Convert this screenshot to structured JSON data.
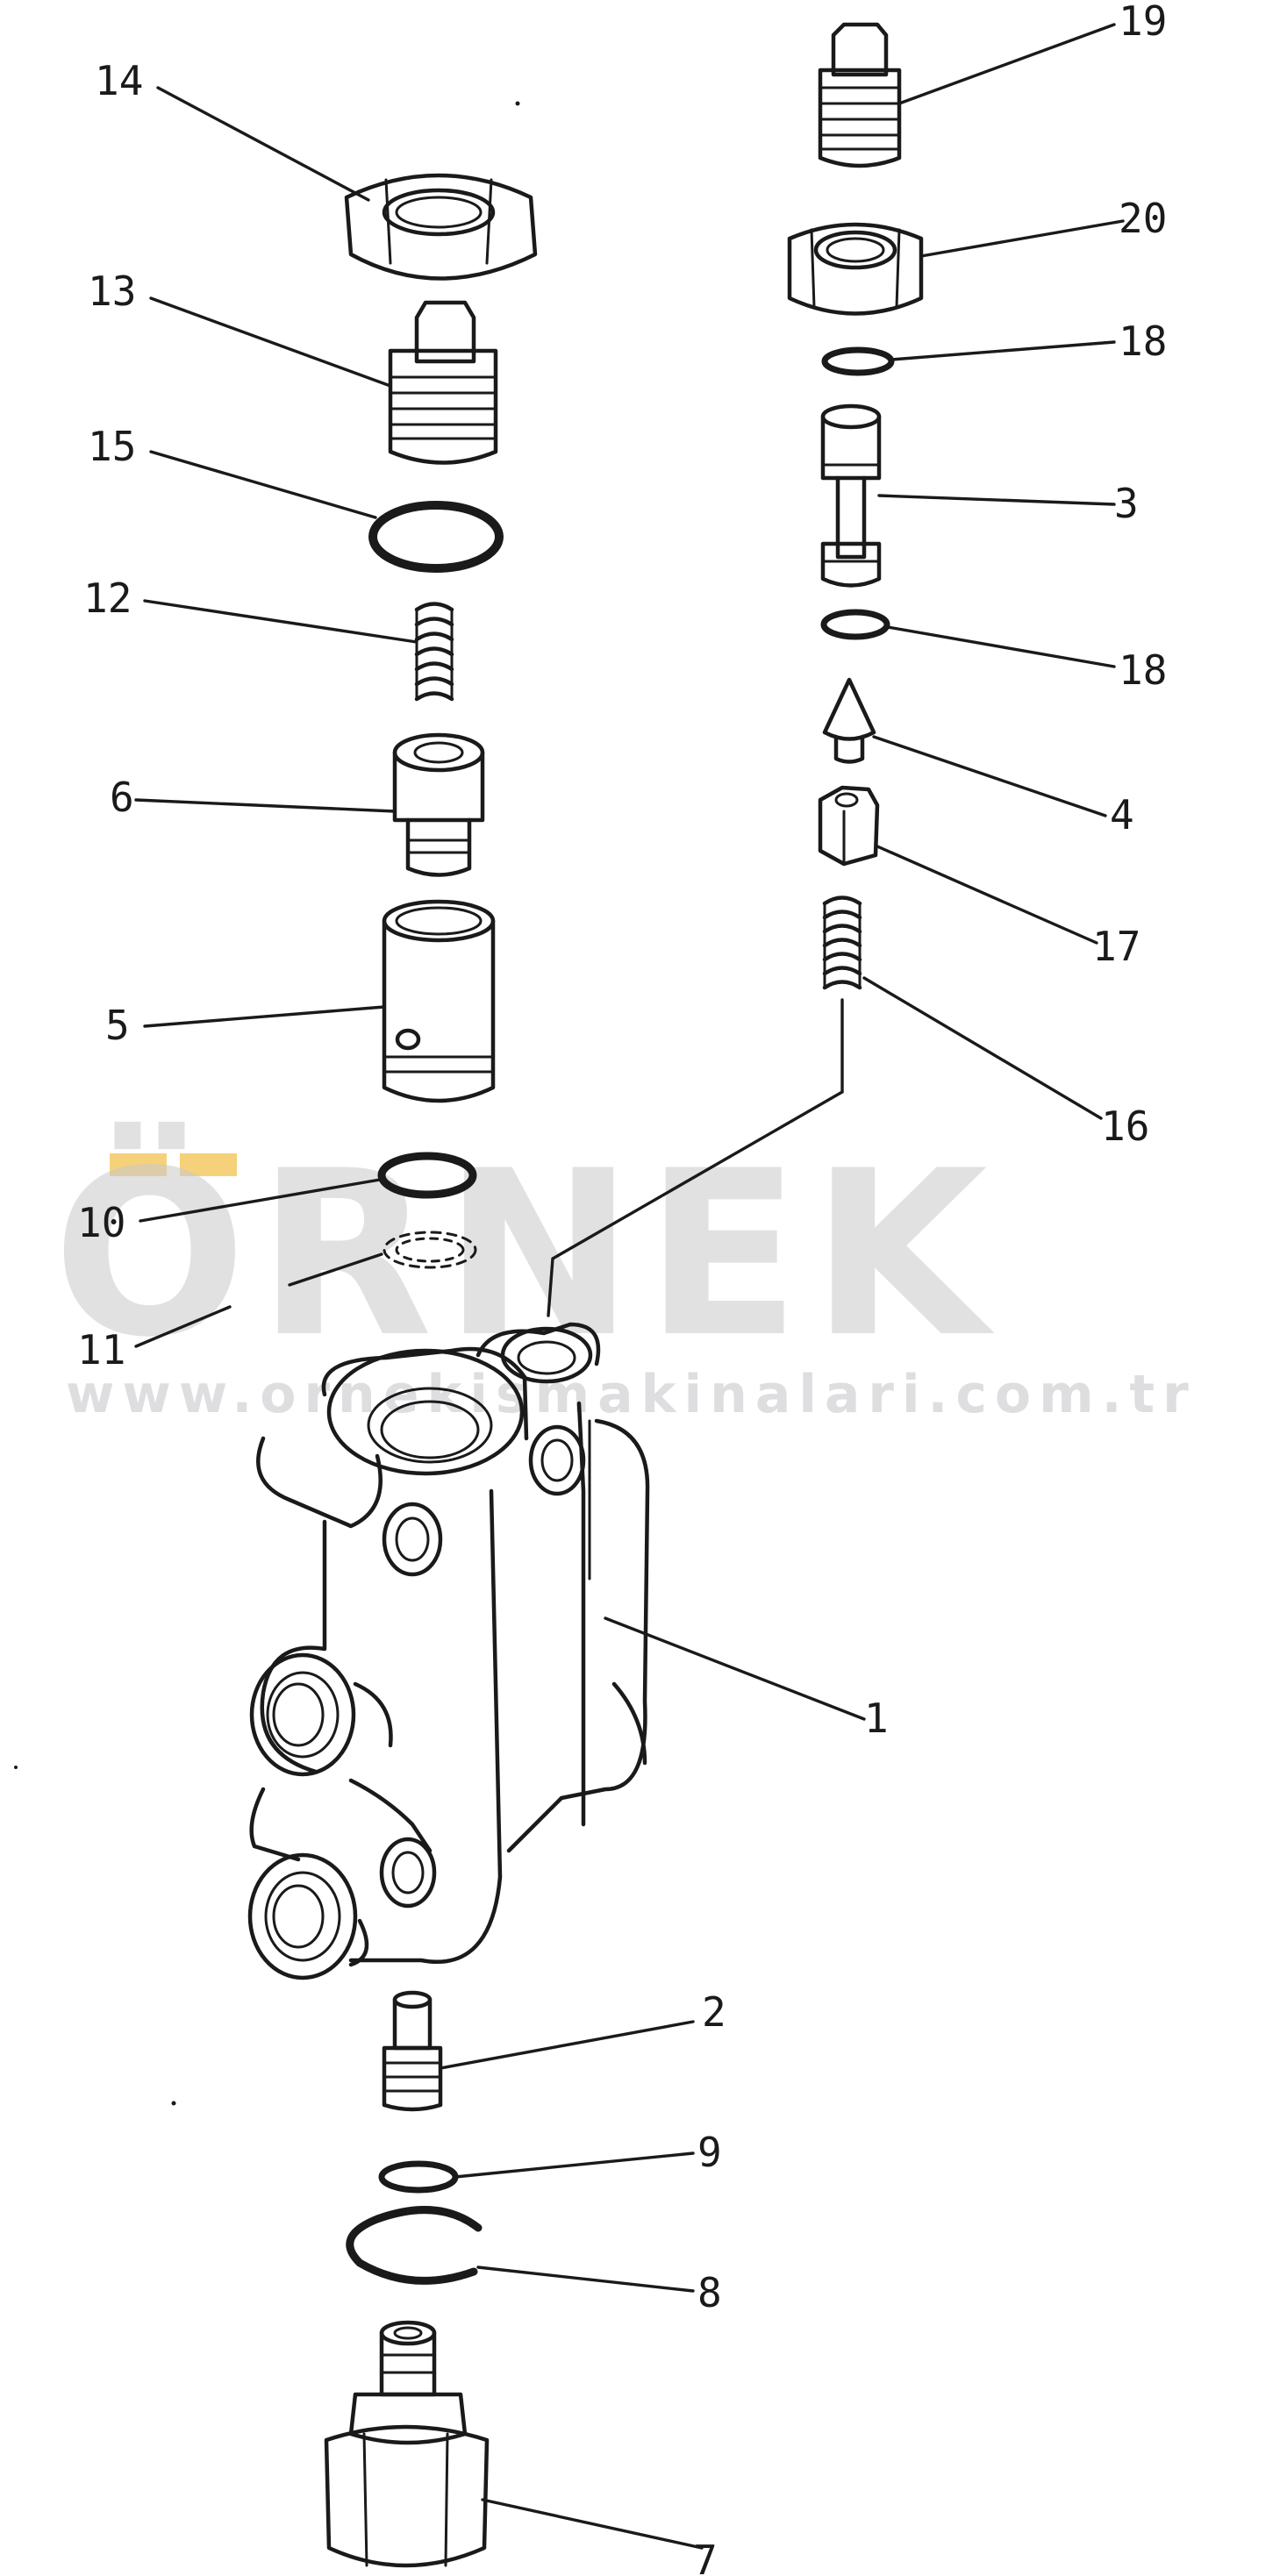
{
  "watermark": {
    "brand": "ÖRNEK",
    "url": "www.ornekismakinalari.com.tr",
    "accent_color": "#f2c14e",
    "text_color": "#c9c9cc"
  },
  "callouts": {
    "c1": "1",
    "c2": "2",
    "c3": "3",
    "c4": "4",
    "c5": "5",
    "c6": "6",
    "c7": "7",
    "c8": "8",
    "c9": "9",
    "c10": "10",
    "c11": "11",
    "c12": "12",
    "c13": "13",
    "c14": "14",
    "c15": "15",
    "c16": "16",
    "c17": "17",
    "c18a": "18",
    "c18b": "18",
    "c19": "19",
    "c20": "20"
  }
}
